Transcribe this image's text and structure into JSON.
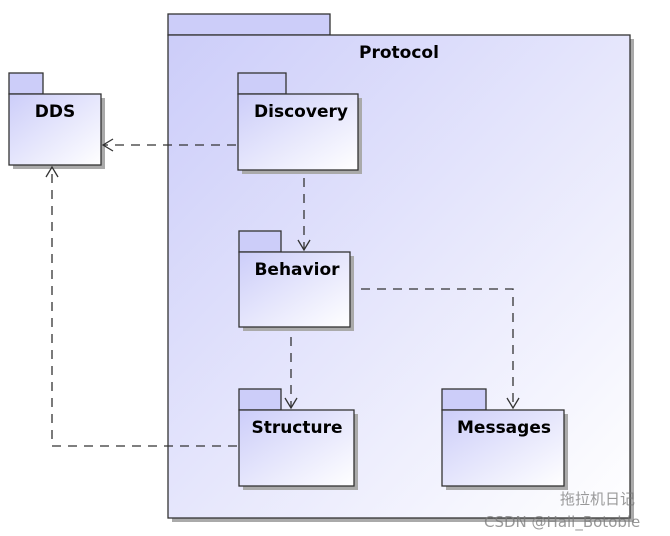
{
  "packages": {
    "protocol": {
      "name": "Protocol"
    },
    "dds": {
      "name": "DDS"
    },
    "discovery": {
      "name": "Discovery"
    },
    "behavior": {
      "name": "Behavior"
    },
    "structure": {
      "name": "Structure"
    },
    "messages": {
      "name": "Messages"
    }
  },
  "dependencies": [
    {
      "from": "Discovery",
      "to": "DDS"
    },
    {
      "from": "Discovery",
      "to": "Behavior"
    },
    {
      "from": "Behavior",
      "to": "Messages"
    },
    {
      "from": "Behavior",
      "to": "Structure"
    },
    {
      "from": "Structure",
      "to": "DDS"
    }
  ],
  "colors": {
    "fill_start": "#cccdf9",
    "fill_end": "#ffffff",
    "stroke": "#333333",
    "shadow": "#9a9a9a"
  },
  "watermark": {
    "line1": "拖拉机日记",
    "line2": "CSDN @Hall_Botoble"
  }
}
